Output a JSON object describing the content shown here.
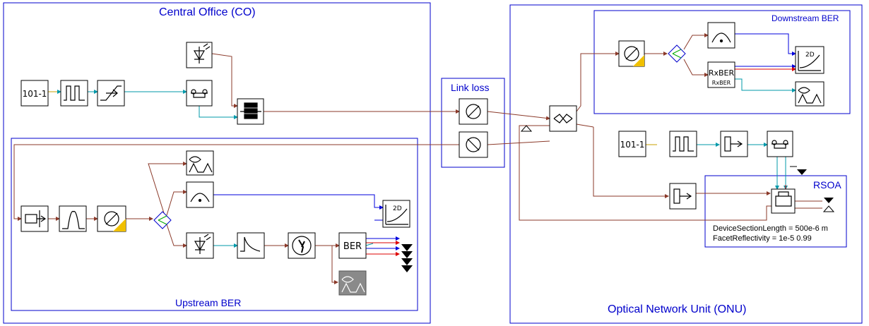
{
  "title_co": "Central Office (CO)",
  "title_onu": "Optical Network Unit (ONU)",
  "group_link_loss": "Link loss",
  "group_downstream": "Downstream BER",
  "group_upstream": "Upstream BER",
  "group_rsoa": "RSOA",
  "block_prbs_co": "101-1",
  "block_prbs_onu": "101-1",
  "block_ber_up": "BER",
  "block_rxber_main": "RxBER",
  "block_rxber_sub": "RxBER",
  "block_2d_down": "2D",
  "block_2d_up": "2D",
  "rsoa_param_1": "DeviceSectionLength = 500e-6 m",
  "rsoa_param_2": "FacetReflectivity = 1e-5 0.99",
  "colors": {
    "frame": "#0000cc",
    "optical": "#8b3a2a",
    "electrical": "#0099aa",
    "logical": "#c8a000",
    "marker_red": "#dd0000",
    "marker_blue": "#0000dd"
  }
}
